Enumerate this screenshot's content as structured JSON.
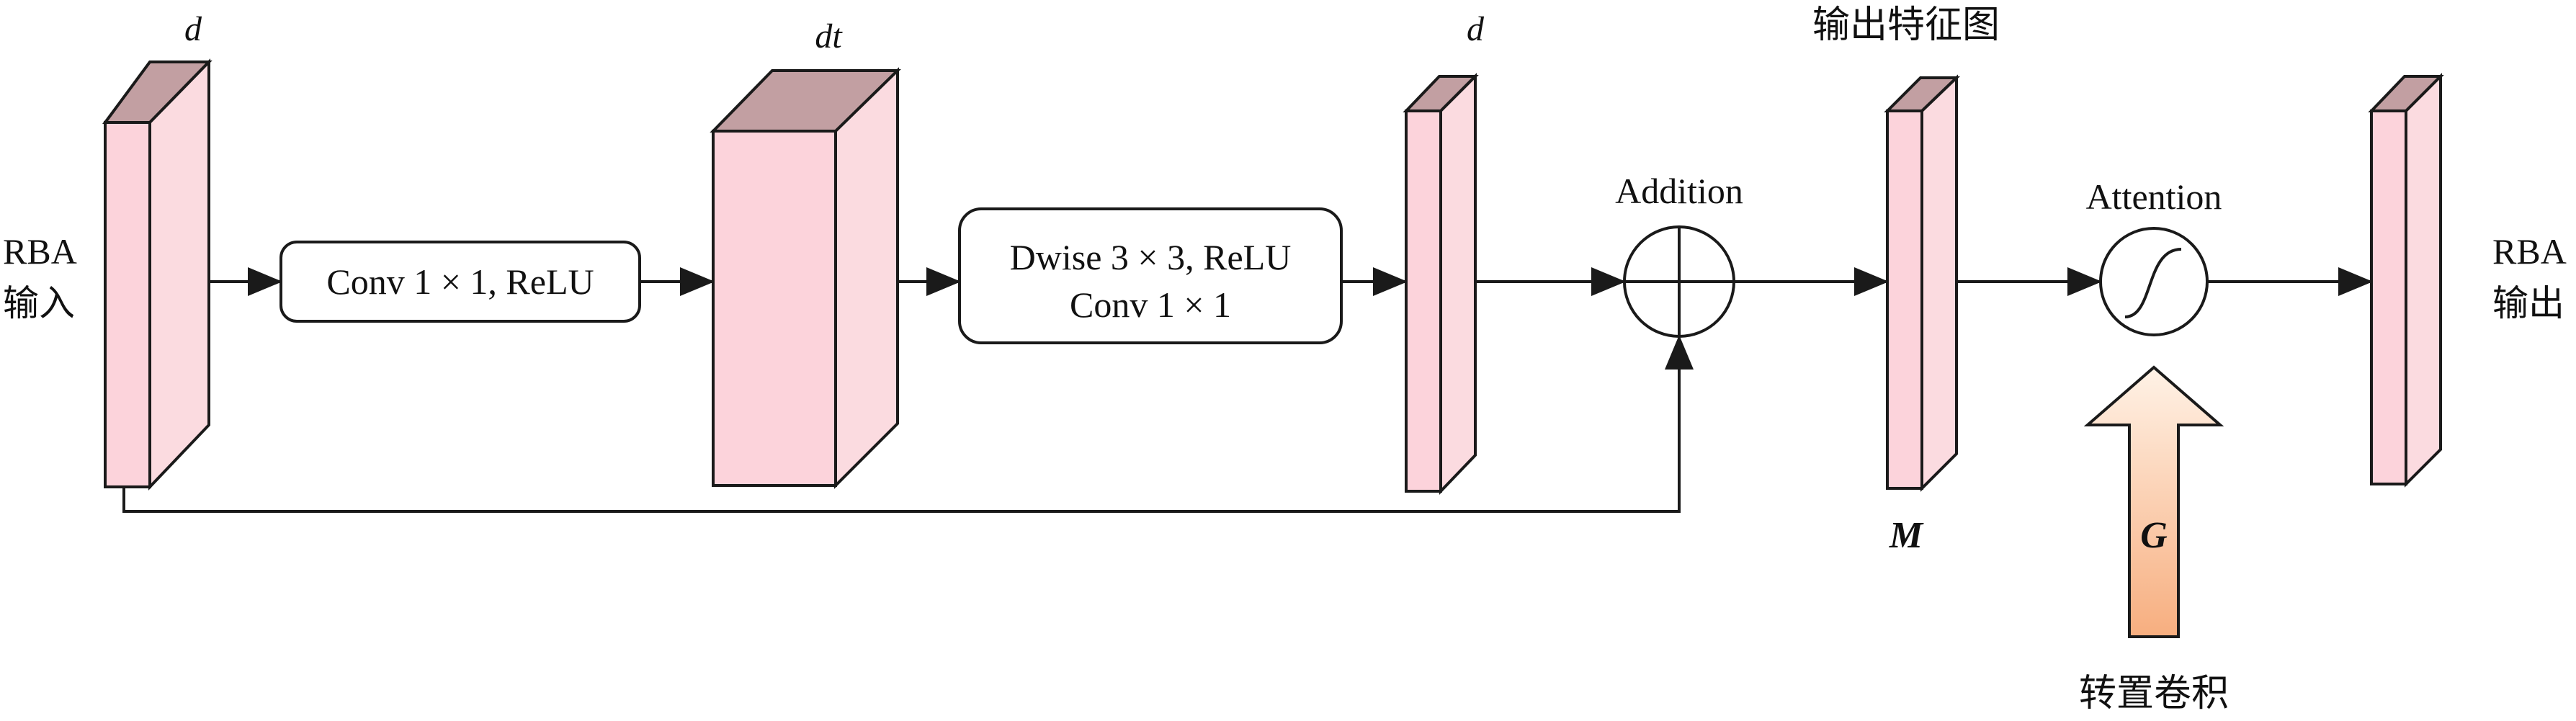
{
  "input_block": {
    "dim_label": "d",
    "side_label_line1": "RBA",
    "side_label_line2": "输入"
  },
  "conv1": {
    "label": "Conv 1 × 1, ReLU"
  },
  "expand_block": {
    "dim_label": "dt"
  },
  "dwise": {
    "label_line1": "Dwise 3 × 3, ReLU",
    "label_line2": "Conv 1 × 1"
  },
  "reduce_block": {
    "dim_label": "d"
  },
  "addition": {
    "label": "Addition"
  },
  "feature_map": {
    "title": "输出特征图",
    "symbol": "M"
  },
  "attention": {
    "label": "Attention"
  },
  "transpose_conv": {
    "symbol": "G",
    "label": "转置卷积"
  },
  "output_block": {
    "side_label_line1": "RBA",
    "side_label_line2": "输出"
  },
  "colors": {
    "block_front": "#FCD3DB",
    "block_side": "#FBDBE0",
    "block_top": "#C29FA2",
    "arrow_fill_top": "#FFF2E6",
    "arrow_fill_bottom": "#F7AE7F",
    "stroke": "#1a1a1a"
  }
}
